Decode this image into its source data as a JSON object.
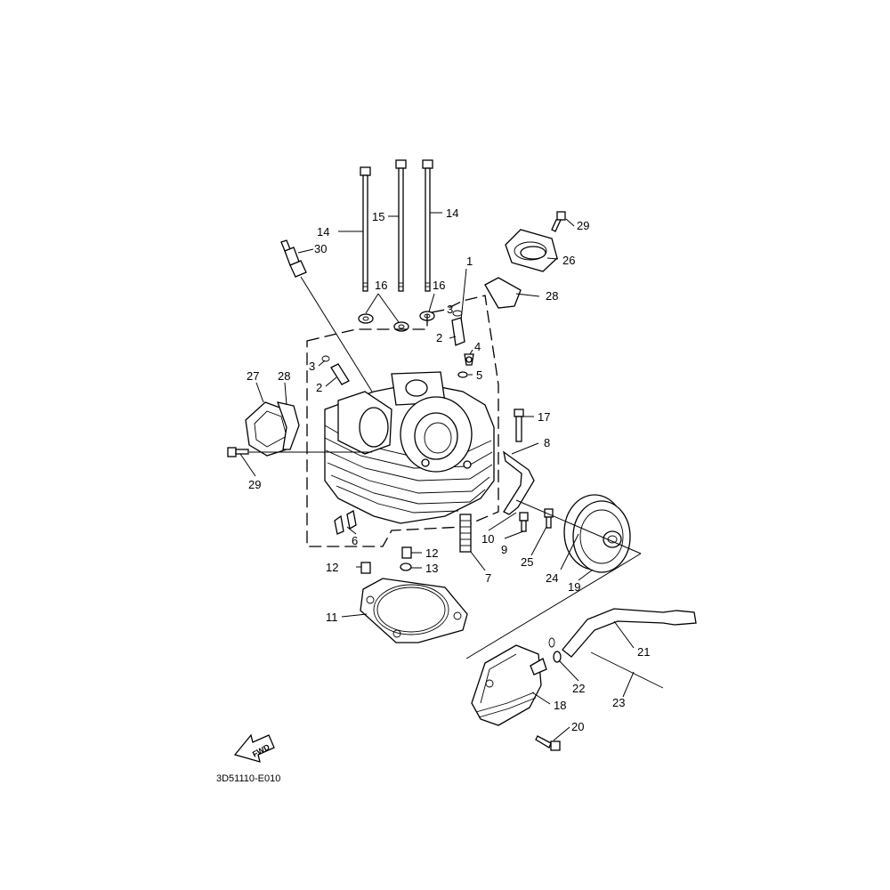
{
  "diagram": {
    "callouts": {
      "c1": "1",
      "c2a": "2",
      "c2b": "2",
      "c3a": "3",
      "c3b": "3",
      "c4": "4",
      "c5": "5",
      "c6": "6",
      "c7": "7",
      "c8": "8",
      "c9": "9",
      "c10": "10",
      "c11": "11",
      "c12a": "12",
      "c12b": "12",
      "c13": "13",
      "c14a": "14",
      "c14b": "14",
      "c15": "15",
      "c16a": "16",
      "c16b": "16",
      "c17": "17",
      "c18": "18",
      "c19": "19",
      "c20": "20",
      "c21": "21",
      "c22": "22",
      "c23": "23",
      "c24": "24",
      "c25": "25",
      "c26": "26",
      "c27": "27",
      "c28a": "28",
      "c28b": "28",
      "c29a": "29",
      "c29b": "29",
      "c30": "30"
    },
    "fwd_label": "FWD",
    "drawing_code": "3D51110-E010"
  }
}
